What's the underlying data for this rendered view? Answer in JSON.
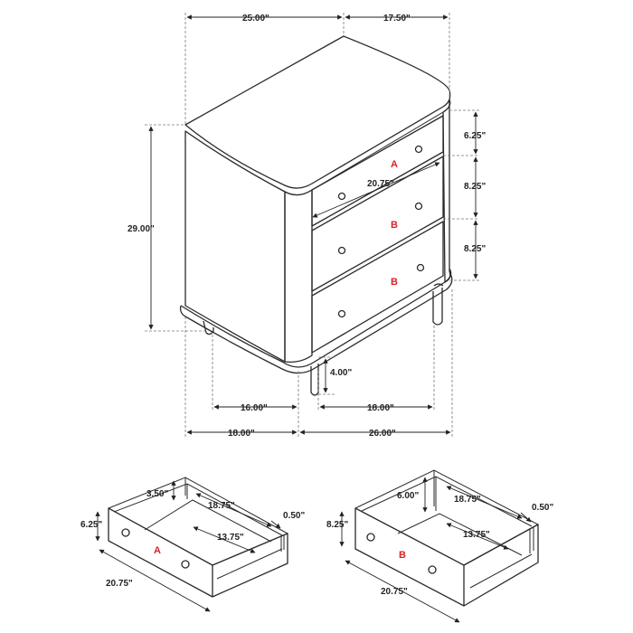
{
  "dimensions": {
    "overall_width": "25.00\"",
    "overall_depth": "17.50\"",
    "overall_height": "29.00\"",
    "top_drawer_height": "6.25\"",
    "middle_drawer_height": "8.25\"",
    "bottom_drawer_height": "8.25\"",
    "drawer_front_width": "20.75\"",
    "leg_height": "4.00\"",
    "leg_span_side": "16.00\"",
    "leg_span_front": "18.00\"",
    "base_depth": "18.00\"",
    "base_width": "26.00\""
  },
  "drawer_labels": {
    "top": "A",
    "middle": "B",
    "bottom": "B"
  },
  "drawer_a": {
    "label": "A",
    "inner_depth": "3.50\"",
    "inner_length": "18.75\"",
    "front_height": "6.25\"",
    "side_thickness": "0.50\"",
    "inner_width": "13.75\"",
    "front_width": "20.75\""
  },
  "drawer_b": {
    "label": "B",
    "inner_depth": "6.00\"",
    "inner_length": "18.75\"",
    "front_height": "8.25\"",
    "side_thickness": "0.50\"",
    "inner_width": "13.75\"",
    "front_width": "20.75\""
  },
  "colors": {
    "label_red": "#d8232a",
    "line": "#2a2a2a"
  }
}
